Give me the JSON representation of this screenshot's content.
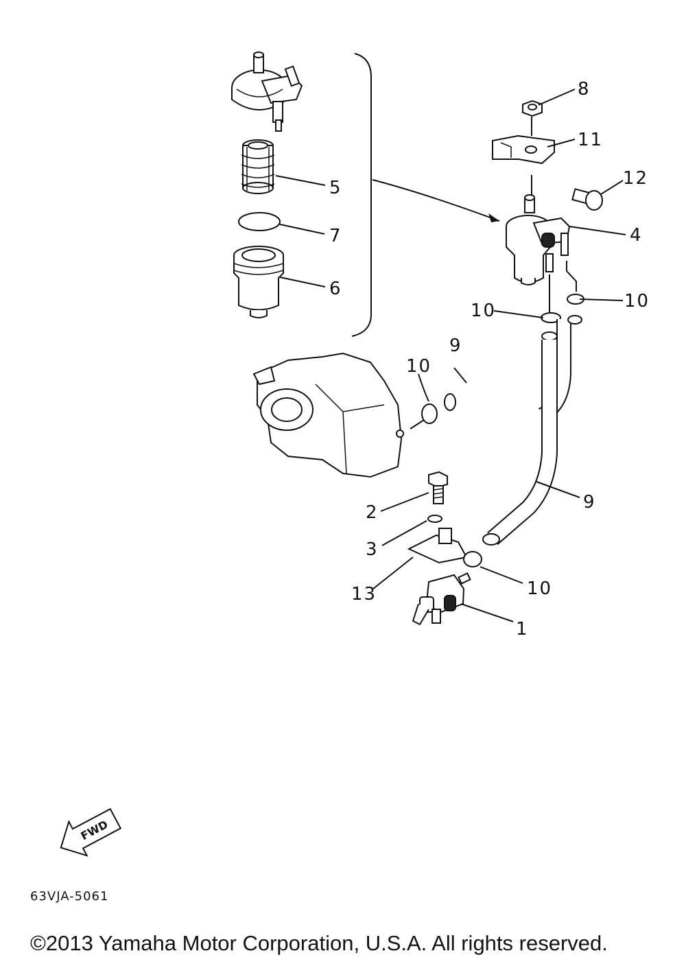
{
  "diagram": {
    "callouts": {
      "p1": "1",
      "p2": "2",
      "p3": "3",
      "p4": "4",
      "p5": "5",
      "p6": "6",
      "p7": "7",
      "p8": "8",
      "p9a": "9",
      "p9b": "9",
      "p10a": "10",
      "p10b": "10",
      "p10c": "10",
      "p10d": "10",
      "p11": "11",
      "p12": "12",
      "p13": "13"
    },
    "fwd_badge": "FWD",
    "drawing_code": "63VJA-5061"
  },
  "footer": {
    "copyright": "©2013 Yamaha Motor Corporation, U.S.A. All rights reserved."
  }
}
